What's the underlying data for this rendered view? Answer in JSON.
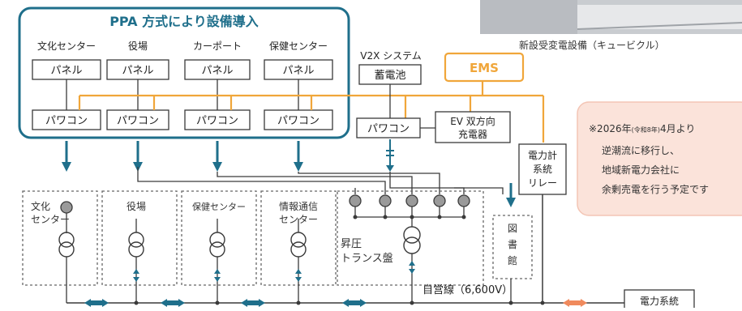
{
  "colors": {
    "teal": "#1f6f8b",
    "orange": "#f0a63a",
    "line": "#3a3a3a",
    "note_bg": "#fbe3da",
    "note_border": "#f3c5b5",
    "photo_gray": "#c9ccd0"
  },
  "ppa": {
    "title": "PPA 方式により設備導入",
    "facilities": [
      "文化センター",
      "役場",
      "カーポート",
      "保健センター"
    ],
    "panel_label": "パネル",
    "pcs_label": "パワコン"
  },
  "v2x": {
    "title": "V2X システム",
    "battery": "蓄電池",
    "pcs": "パワコン",
    "ev_charger": [
      "EV 双方向",
      "充電器"
    ]
  },
  "ems": {
    "label": "EMS"
  },
  "photo_caption": "新設受変電設備（キュービクル）",
  "relay": [
    "電力計",
    "系統",
    "リレー"
  ],
  "note": {
    "lines": [
      {
        "prefix": "※2026年",
        "small": "(令和8年)",
        "suffix": "4月より"
      },
      {
        "text": "逆潮流に移行し、"
      },
      {
        "text": "地域新電力会社に"
      },
      {
        "text": "余剰売電を行う予定です"
      }
    ]
  },
  "sites": {
    "bunka": [
      "文化",
      "センター"
    ],
    "yakuba": "役場",
    "hoken": "保健センター",
    "joho": [
      "情報通信",
      "センター"
    ],
    "transformer": [
      "昇圧",
      "トランス盤"
    ],
    "library": [
      "図",
      "書",
      "館"
    ]
  },
  "grid": {
    "line_label": "自営線（6,600V）",
    "utility": "電力系統"
  }
}
